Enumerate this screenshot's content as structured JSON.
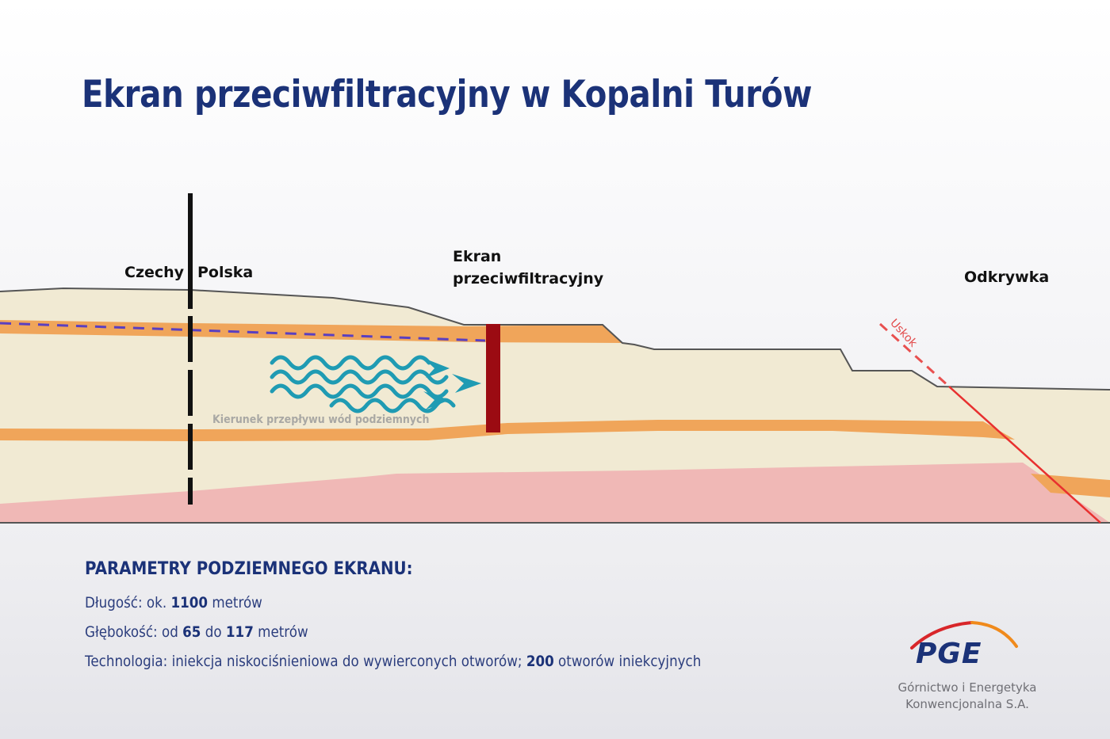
{
  "title": "Ekran przeciwfiltracyjny w Kopalni Turów",
  "diagram": {
    "labels": {
      "czechy": "Czechy",
      "polska": "Polska",
      "screen_line1": "Ekran",
      "screen_line2": "przeciwfiltracyjny",
      "odkrywka": "Odkrywka",
      "uskok": "Uskok",
      "flow_caption": "Kierunek przepływu wód podziemnych"
    },
    "colors": {
      "soil_light": "#f1ead3",
      "aquifer_orange": "#f0a55a",
      "bedrock_pink": "#f0b8b6",
      "screen_red": "#9b0b12",
      "water_teal": "#1f9bb3",
      "fault_red": "#e8302f",
      "water_table_dash": "#5a3fc0",
      "border_black": "#111111",
      "title_navy": "#1b3278"
    }
  },
  "params": {
    "heading": "PARAMETRY PODZIEMNEGO EKRANU:",
    "rows": [
      {
        "label": "Długość: ok. ",
        "value": "1100",
        "suffix": " metrów"
      },
      {
        "label": "Głębokość: od ",
        "value": "65",
        "mid": " do ",
        "value2": "117",
        "suffix": " metrów"
      },
      {
        "label": "Technologia: iniekcja niskociśnieniowa do wywierconych otworów; ",
        "value": "200",
        "suffix": " otworów iniekcyjnych"
      }
    ]
  },
  "logo": {
    "brand": "PGE",
    "line1": "Górnictwo i Energetyka",
    "line2": "Konwencjonalna S.A."
  }
}
